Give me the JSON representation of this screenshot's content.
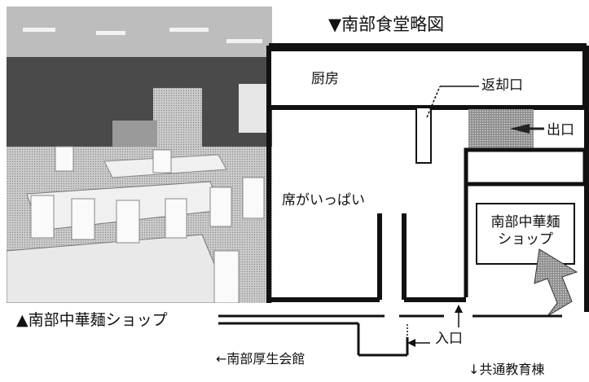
{
  "map": {
    "title": "▼南部食堂略図",
    "rooms": {
      "kitchen": "厨房",
      "return_counter": "返却口",
      "exit": "出口",
      "seating_note": "席がいっぱい",
      "shop_line1": "南部中華麺",
      "shop_line2": "ショップ",
      "entrance": "入口"
    },
    "directions": {
      "welfare_hall": "←南部厚生会館",
      "common_building": "↓共通教育棟"
    }
  },
  "photo": {
    "caption": "▲南部中華麺ショップ"
  }
}
